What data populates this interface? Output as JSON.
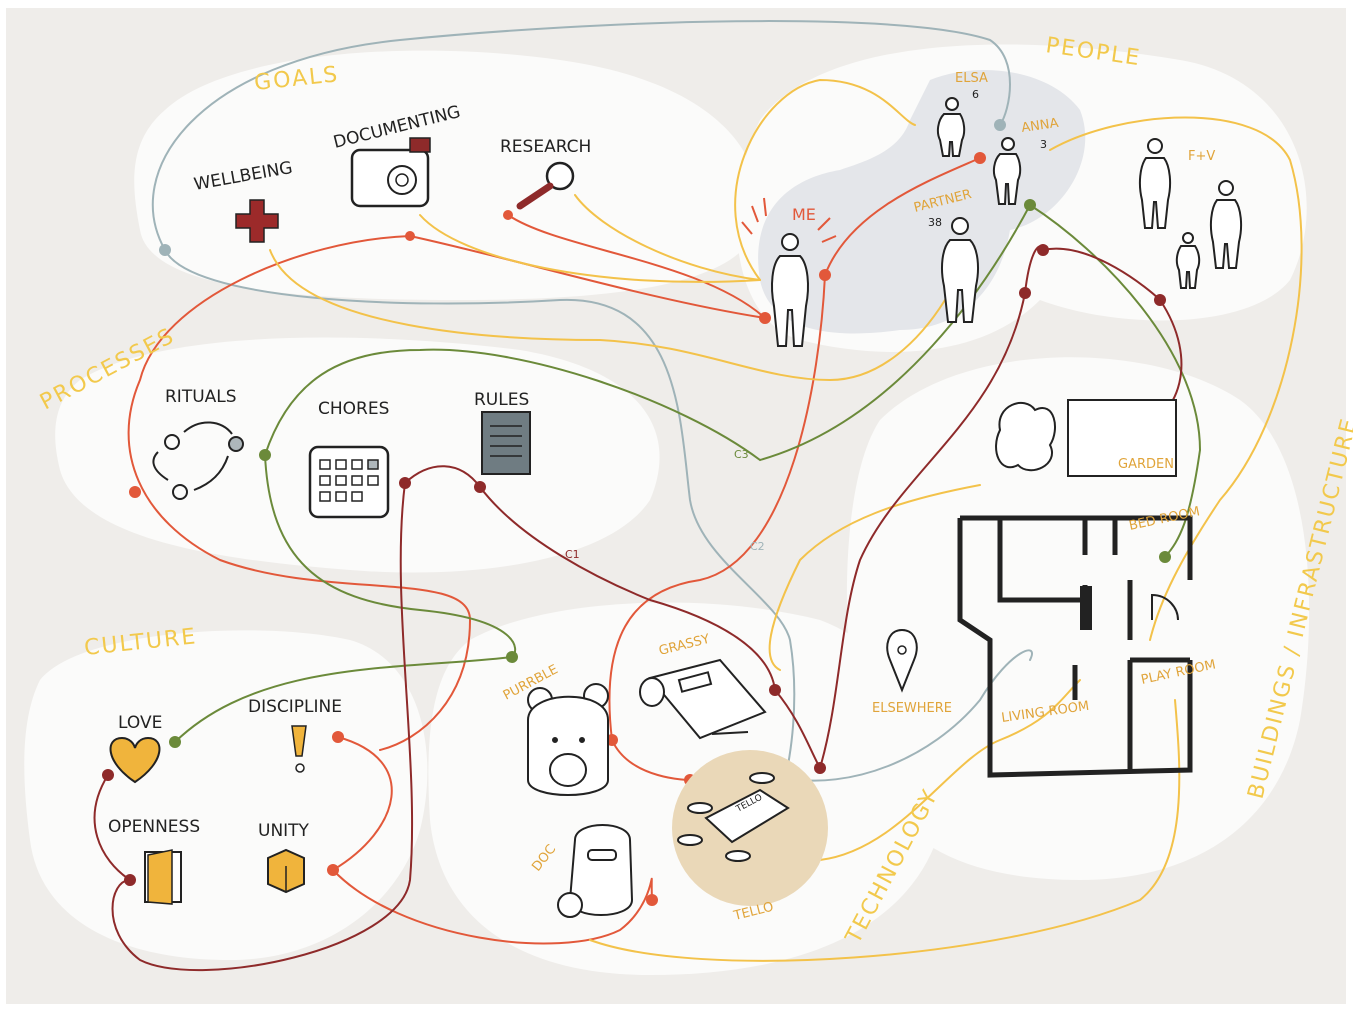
{
  "categories": {
    "goals": "GOALS",
    "people": "PEOPLE",
    "processes": "PROCESSES",
    "culture": "CULTURE",
    "technology": "TECHNOLOGY",
    "buildings": "BUILDINGS / INFRASTRUCTURE"
  },
  "goals": {
    "wellbeing": "WELLBEING",
    "documenting": "DOCUMENTING",
    "research": "RESEARCH"
  },
  "people": {
    "me": "ME",
    "elsa": "ELSA",
    "elsa_age": "6",
    "anna": "ANNA",
    "anna_age": "3",
    "partner": "PARTNER",
    "partner_age": "38",
    "fv": "F+V"
  },
  "processes": {
    "rituals": "RITUALS",
    "chores": "CHORES",
    "rules": "RULES"
  },
  "culture": {
    "love": "LOVE",
    "discipline": "DISCIPLINE",
    "openness": "OPENNESS",
    "unity": "UNITY"
  },
  "technology": {
    "purrble": "PURRBLE",
    "grassy": "GRASSY",
    "doc": "DOC",
    "tello": "TELLO",
    "tello_body": "TELLO"
  },
  "buildings": {
    "elsewhere": "ELSEWHERE",
    "garden": "GARDEN",
    "living_room": "LIVING ROOM",
    "bed_room": "BED ROOM",
    "play_room": "PLAY ROOM"
  },
  "link_labels": {
    "c1": "C1",
    "c2": "C2",
    "c3": "C3"
  },
  "colors": {
    "background": "#efedea",
    "bubble": "#ffffff",
    "people_bubble": "#e4e6ea",
    "category_text": "#f2c94c",
    "orange_line": "#e2583a",
    "yellow_line": "#f3c24a",
    "grey_line": "#9fb3b8",
    "green_line": "#6b8a3a",
    "darkred_line": "#8e2a2a",
    "tello_disc": "#ead8b8",
    "culture_fill": "#f0b43c",
    "wellbeing_cross": "#9c2a2a"
  }
}
